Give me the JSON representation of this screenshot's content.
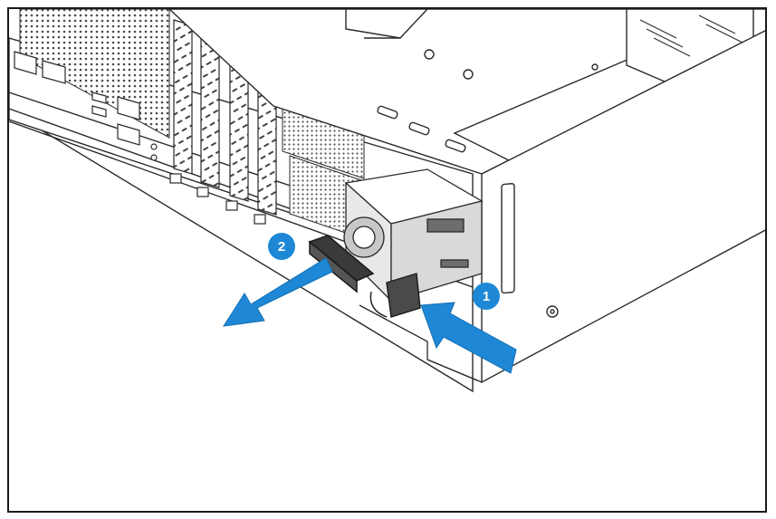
{
  "figure": {
    "steps": [
      {
        "number": "1",
        "action": "push-latch",
        "color": "#1e88d6"
      },
      {
        "number": "2",
        "action": "pull-out-psu",
        "color": "#1e88d6"
      }
    ],
    "colors": {
      "line": "#2a2a2a",
      "arrow": "#1e88d6",
      "arrow_dark": "#1470b4",
      "psu_handle": "#3a3a3a",
      "frame": "#1a1a1a"
    }
  }
}
